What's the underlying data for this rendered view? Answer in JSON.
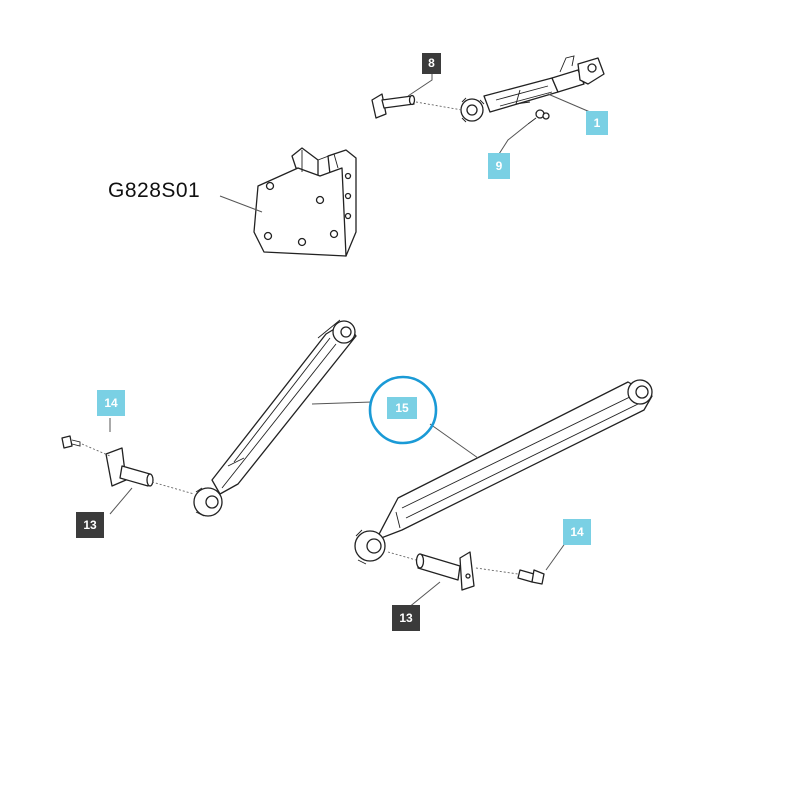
{
  "diagram": {
    "assembly_label": "G828S01",
    "highlight_color": "#1a9ad6",
    "callout_color_light": "#7ad0e4",
    "callout_color_dark": "#3b3b3b",
    "callouts": {
      "top_link": "1",
      "top_pin": "8",
      "top_clip": "9",
      "lower_pin_left": "13",
      "lower_pin_right": "13",
      "bolt_left": "14",
      "bolt_right": "14",
      "lower_arm": "15"
    }
  }
}
